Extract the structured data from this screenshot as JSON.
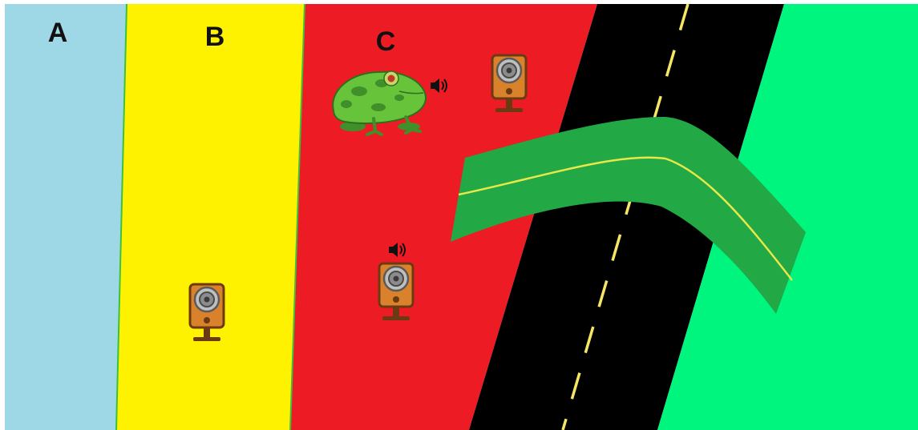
{
  "zones": [
    {
      "label": "A",
      "color": "#9ed8e6"
    },
    {
      "label": "B",
      "color": "#fff200"
    },
    {
      "label": "C",
      "color": "#ed1c24"
    }
  ],
  "road": {
    "color": "#000000",
    "center_line_color": "#f5e663"
  },
  "grass_zone": {
    "color": "#00f57f"
  },
  "overpass": {
    "color": "#22a844",
    "line_color": "#e8e84a"
  },
  "icons": {
    "frog": "frog-icon",
    "sound": "sound-icon",
    "recorder": "audio-recorder-icon"
  },
  "recorder_colors": {
    "body": "#d9822b",
    "outline": "#6b3a12",
    "dial": "#9a9a9a"
  }
}
